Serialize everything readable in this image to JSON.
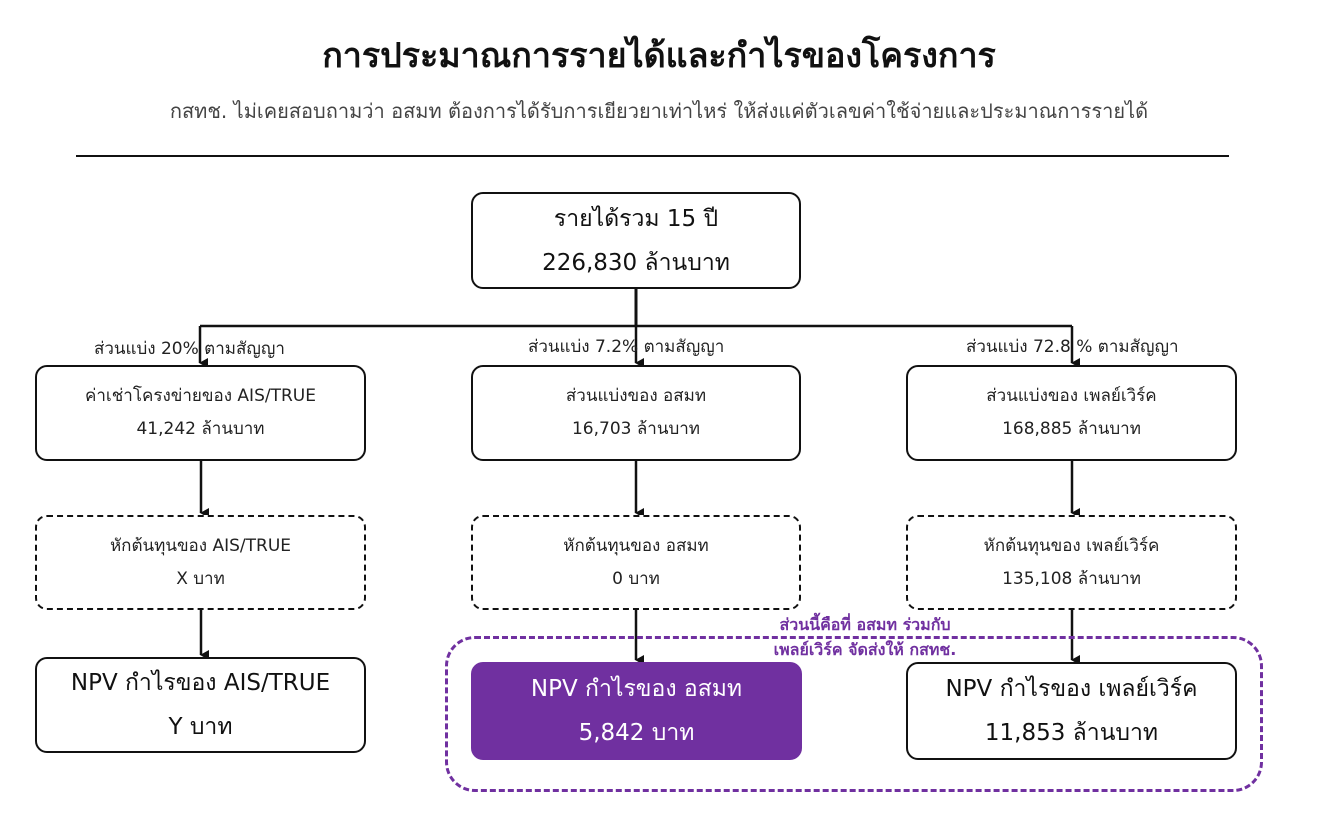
{
  "header": {
    "title": "การประมาณการรายได้และกำไรของโครงการ",
    "subtitle": "กสทช. ไม่เคยสอบถามว่า อสมท ต้องการได้รับการเยียวยาเท่าไหร่ ให้ส่งแค่ตัวเลขค่าใช้จ่ายและประมาณการรายได้"
  },
  "top": {
    "line1": "รายได้รวม 15 ปี",
    "line2": "226,830 ล้านบาท"
  },
  "branches": [
    {
      "share_label": "ส่วนแบ่ง 20% ตามสัญญา",
      "revenue": {
        "line1": "ค่าเช่าโครงข่ายของ AIS/TRUE",
        "line2": "41,242 ล้านบาท"
      },
      "cost": {
        "line1": "หักต้นทุนของ AIS/TRUE",
        "line2": "X บาท"
      },
      "npv": {
        "line1": "NPV กำไรของ AIS/TRUE",
        "line2": "Y บาท"
      }
    },
    {
      "share_label": "ส่วนแบ่ง 7.2% ตามสัญญา",
      "revenue": {
        "line1": "ส่วนแบ่งของ อสมท",
        "line2": "16,703 ล้านบาท"
      },
      "cost": {
        "line1": "หักต้นทุนของ อสมท",
        "line2": "0 บาท"
      },
      "npv": {
        "line1": "NPV กำไรของ อสมท",
        "line2": "5,842 บาท"
      }
    },
    {
      "share_label": "ส่วนแบ่ง 72.8 % ตามสัญญา",
      "revenue": {
        "line1": "ส่วนแบ่งของ เพลย์เวิร์ค",
        "line2": "168,885 ล้านบาท"
      },
      "cost": {
        "line1": "หักต้นทุนของ เพลย์เวิร์ค",
        "line2": "135,108 ล้านบาท"
      },
      "npv": {
        "line1": "NPV กำไรของ เพลย์เวิร์ค",
        "line2": "11,853 ล้านบาท"
      }
    }
  ],
  "note": {
    "line1": "ส่วนนี้คือที่ อสมท ร่วมกับ",
    "line2": "เพลย์เวิร์ค จัดส่งให้ กสทช."
  },
  "colors": {
    "accent": "#7030a0",
    "line": "#111111"
  }
}
